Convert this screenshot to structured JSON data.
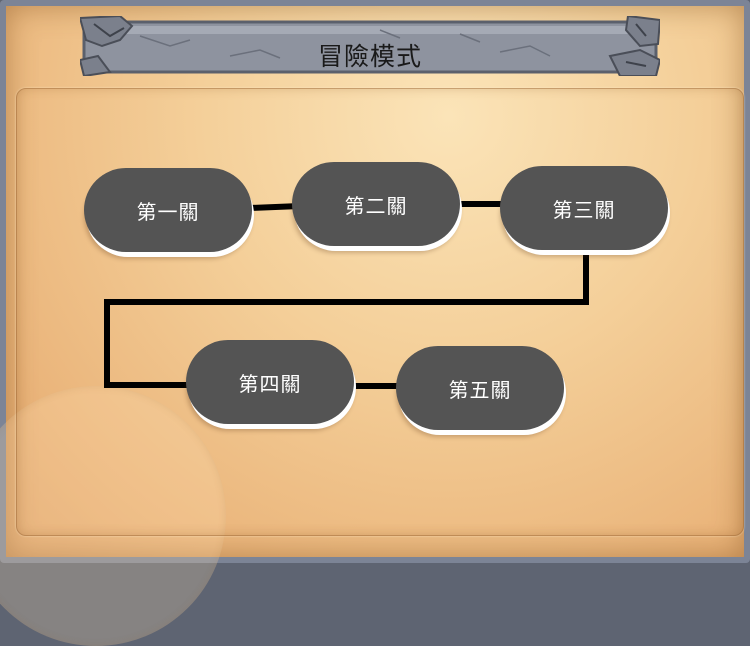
{
  "title": "冒險模式",
  "stages": [
    {
      "label": "第一關"
    },
    {
      "label": "第二關"
    },
    {
      "label": "第三關"
    },
    {
      "label": "第四關"
    },
    {
      "label": "第五關"
    }
  ],
  "colors": {
    "background": "#f4cf99",
    "stage_button": "#545454",
    "stage_text": "#ffffff",
    "path_line": "#000000",
    "title_banner": "#8e939f"
  },
  "icons": [
    "stone-banner-icon"
  ]
}
